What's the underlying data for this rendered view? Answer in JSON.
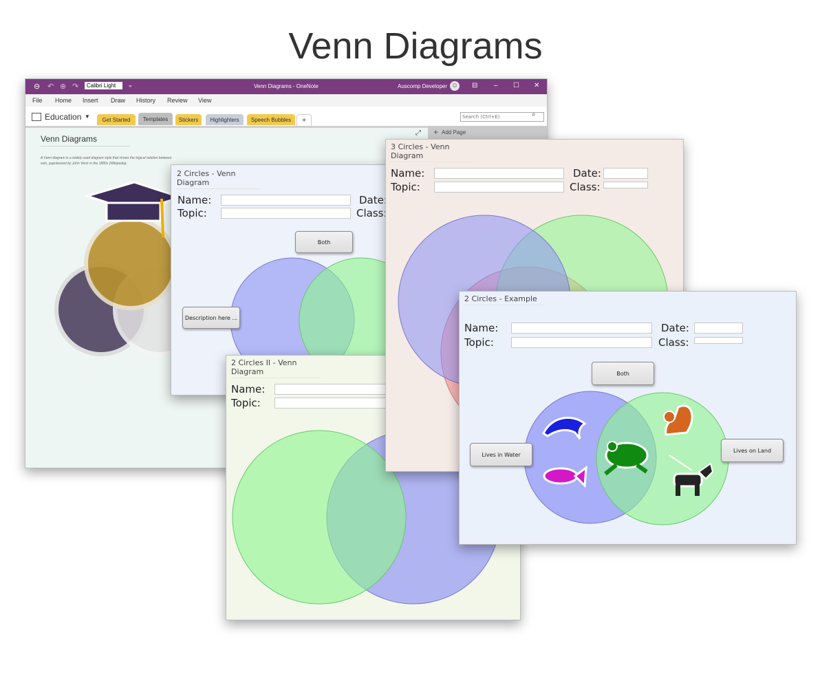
{
  "heading": "Venn Diagrams",
  "onenote": {
    "font_box": "Calibri Light",
    "window_title": "Venn Diagrams - OneNote",
    "user": "Auscomp Developer",
    "window_controls": {
      "ribbon": "⊟",
      "minimize": "–",
      "maximize": "☐",
      "close": "✕"
    },
    "menu": [
      "File",
      "Home",
      "Insert",
      "Draw",
      "History",
      "Review",
      "View"
    ],
    "notebook": "Education",
    "sections": [
      {
        "label": "Get Started",
        "color": "#f2c94c"
      },
      {
        "label": "Templates",
        "color": "#bdbdbd"
      },
      {
        "label": "Stickers",
        "color": "#f2c94c"
      },
      {
        "label": "Highlighters",
        "color": "#c8ced8"
      },
      {
        "label": "Speech Bubbles",
        "color": "#f2c94c"
      },
      {
        "label": "+",
        "color": "#ffffff"
      }
    ],
    "search_placeholder": "Search (Ctrl+E)",
    "add_page": "Add Page",
    "page_title": "Venn Diagrams",
    "description_line1": "A Venn diagram is a widely used diagram style that shows the logical relation between",
    "description_line2": "sets, popularized by John Venn in the 1880s (Wikipedia)."
  },
  "panel_2c": {
    "title": "2 Circles - Venn Diagram",
    "name_label": "Name:",
    "topic_label": "Topic:",
    "date_label": "Date:",
    "class_label": "Class:",
    "both_button": "Both",
    "description_button": "Description here ..."
  },
  "panel_2c2": {
    "title": "2 Circles II - Venn Diagram",
    "name_label": "Name:",
    "topic_label": "Topic:"
  },
  "panel_3c": {
    "title": "3 Circles - Venn Diagram",
    "name_label": "Name:",
    "topic_label": "Topic:",
    "date_label": "Date:",
    "class_label": "Class:"
  },
  "panel_ex": {
    "title": "2 Circles - Example",
    "name_label": "Name:",
    "topic_label": "Topic:",
    "date_label": "Date:",
    "class_label": "Class:",
    "both_button": "Both",
    "water_button": "Lives in Water",
    "land_button": "Lives on Land"
  },
  "colors": {
    "onenote_purple": "#7a3b7f",
    "venn_blue": "#8c91f5",
    "venn_green": "#8ef58e",
    "venn_red": "#f58c8c"
  }
}
